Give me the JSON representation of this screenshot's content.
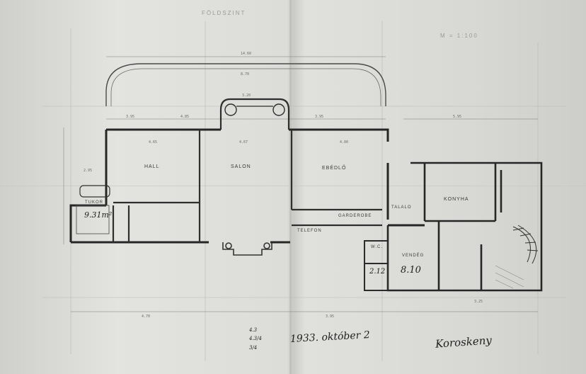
{
  "sheet": {
    "header_title": "FÖLDSZINT",
    "header_scale": "M = 1:100",
    "signature": "Koroskeny"
  },
  "rooms": {
    "hall": "HALL",
    "salon": "SALON",
    "ebedlo": "EBÉDLŐ",
    "tukor": "TUKOR",
    "garderobe": "GARDEROBE",
    "talalo": "TALALO",
    "konyha": "KONYHA",
    "vendeg": "VENDÉG",
    "wc": "W.C.",
    "telefon": "TELEFON"
  },
  "annotations": {
    "area_left": "9.31m²",
    "area_wc": "2.12",
    "area_vendeg": "8.10",
    "date": "1933. október 2",
    "side_calc_1": "4.3",
    "side_calc_2": "4.3/4",
    "side_calc_3": "3/4"
  },
  "dimensions": {
    "overall_top": "14.60",
    "terrace_width": "8.70",
    "left_top": "3.95",
    "salon_top": "4.85",
    "bay_top": "3.20",
    "ebedlo_top": "3.95",
    "right_top": "5.95",
    "hall_w": "4.65",
    "salon_w": "4.67",
    "ebedlo_w": "4.00",
    "left_side": "2.95",
    "bottom_1": "4.70",
    "bottom_2": "3.95",
    "bottom_3": "3.25"
  }
}
